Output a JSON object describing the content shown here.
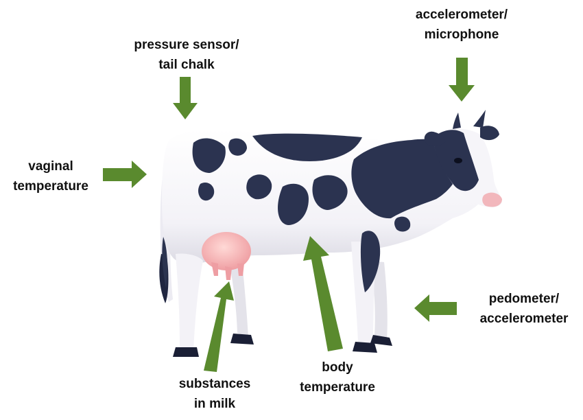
{
  "colors": {
    "arrow": "#5a8a2e",
    "spots": "#2b3350",
    "udder": "#f4b8b8",
    "nose": "#f2b7bc",
    "body": "#f5f4f8",
    "text": "#111111"
  },
  "labels": {
    "pressure": {
      "line1": "pressure sensor/",
      "line2": "tail chalk"
    },
    "accel": {
      "line1": "accelerometer/",
      "line2": "microphone"
    },
    "vaginal": {
      "line1": "vaginal",
      "line2": "temperature"
    },
    "pedometer": {
      "line1": "pedometer/",
      "line2": "accelerometer"
    },
    "body_temp": {
      "line1": "body",
      "line2": "temperature"
    },
    "milk": {
      "line1": "substances",
      "line2": "in milk"
    }
  }
}
